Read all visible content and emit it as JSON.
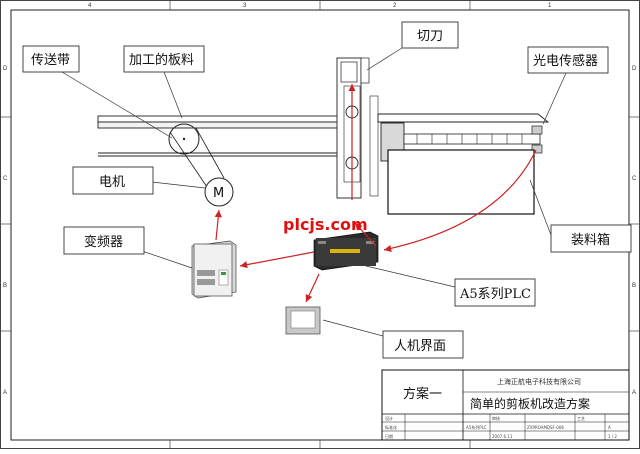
{
  "frame": {
    "columns_top": [
      "4",
      "3",
      "2",
      "1"
    ],
    "rows_left": [
      "D",
      "C",
      "B",
      "A"
    ],
    "rows_right": [
      "D",
      "C",
      "B",
      "A"
    ]
  },
  "labels": {
    "conveyor_belt": "传送带",
    "processed_sheet": "加工的板料",
    "cutter": "切刀",
    "photo_sensor": "光电传感器",
    "motor": "电机",
    "motor_symbol": "M",
    "inverter": "变频器",
    "bin": "装料箱",
    "plc": "A5系列PLC",
    "hmi": "人机界面"
  },
  "watermark": "plcjs.com",
  "title_block": {
    "scheme": "方案一",
    "company": "上海正航电子科技有限公司",
    "title": "简单的剪板机改造方案",
    "row1_left": "设计",
    "row1_mid": "审核",
    "row1_right": "工艺",
    "row2_left": "标准化",
    "row2_mid": "A5系列PLC",
    "row2_code": "ZXPROAMDSF-006",
    "row2_sheet": "A",
    "row3_left": "日期",
    "row3_mid": "2007.6.11",
    "row3_page": "1 / 2"
  },
  "colors": {
    "arrow": "#cc2222",
    "line": "#000000",
    "label_border": "#333333"
  }
}
